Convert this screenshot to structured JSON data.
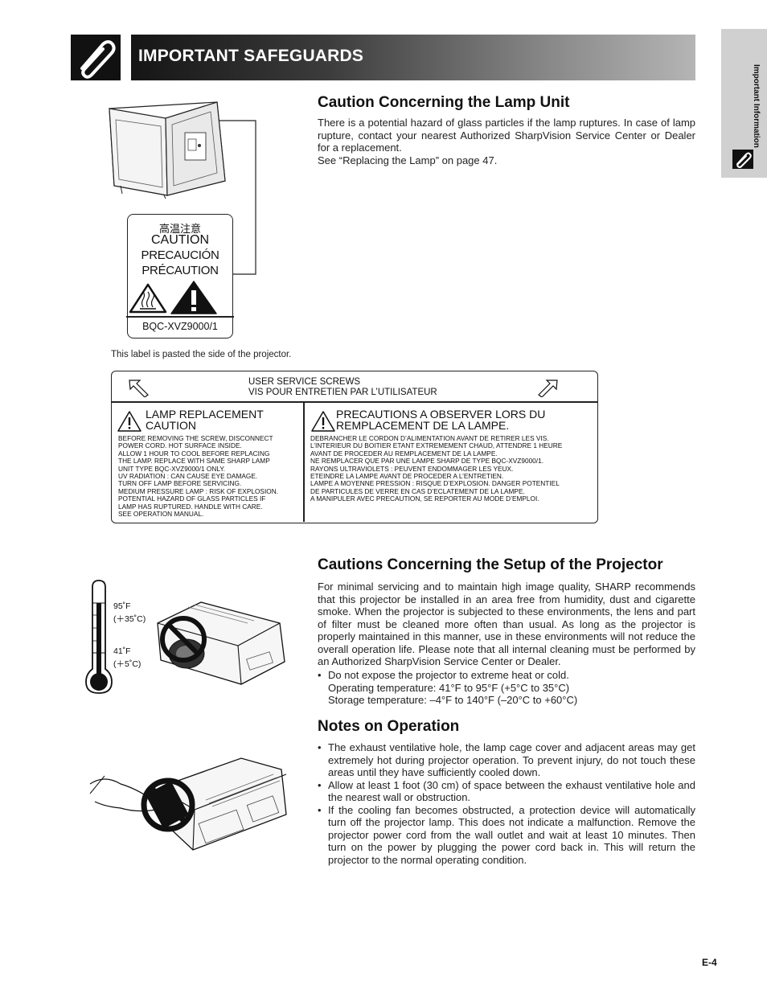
{
  "header": {
    "title": "IMPORTANT SAFEGUARDS",
    "icon": "paperclip-icon"
  },
  "side_tab": {
    "label": "Important Information",
    "icon": "paperclip-icon"
  },
  "lamp_section": {
    "heading": "Caution Concerning the Lamp Unit",
    "body": "There is a potential hazard of glass particles if the lamp ruptures. In case of lamp rupture, contact your nearest Authorized SharpVision Service Center or Dealer for a replacement.",
    "see_also": "See “Replacing the Lamp” on page 47.",
    "caution_card": {
      "chinese": "高温注意",
      "caution": "CAUTION",
      "spanish": "PRECAUCIÓN",
      "french": "PRÉCAUTION",
      "model": "BQC-XVZ9000/1",
      "icons": [
        "hot-surface-icon",
        "warning-triangle-icon"
      ]
    },
    "figure_caption": "This label is pasted the side of the projector."
  },
  "label_box": {
    "screws_line1": "USER SERVICE SCREWS",
    "screws_line2": "VIS POUR ENTRETIEN PAR L’UTILISATEUR",
    "left": {
      "head1": "LAMP REPLACEMENT",
      "head2": "CAUTION",
      "lines": [
        "BEFORE REMOVING THE SCREW, DISCONNECT",
        "POWER CORD. HOT SURFACE INSIDE.",
        "ALLOW 1 HOUR TO COOL BEFORE REPLACING",
        "THE LAMP. REPLACE WITH SAME SHARP LAMP",
        "UNIT TYPE BQC-XVZ9000/1 ONLY.",
        "UV RADIATION : CAN CAUSE EYE DAMAGE.",
        "TURN OFF LAMP BEFORE SERVICING.",
        "MEDIUM PRESSURE LAMP : RISK OF EXPLOSION.",
        "POTENTIAL HAZARD OF GLASS PARTICLES IF",
        "LAMP HAS RUPTURED. HANDLE WITH CARE.",
        "SEE OPERATION MANUAL."
      ]
    },
    "right": {
      "head1": "PRECAUTIONS A OBSERVER LORS DU",
      "head2": "REMPLACEMENT DE LA LAMPE.",
      "lines": [
        "DEBRANCHER LE CORDON D’ALIMENTATION AVANT DE RETIRER LES VIS.",
        "L’INTERIEUR DU BOITIER ETANT EXTREMEMENT CHAUD, ATTENDRE 1 HEURE",
        "AVANT DE PROCEDER AU REMPLACEMENT DE LA LAMPE.",
        "NE REMPLACER QUE PAR UNE LAMPE SHARP DE TYPE BQC-XVZ9000/1.",
        "RAYONS ULTRAVIOLETS : PEUVENT ENDOMMAGER LES YEUX.",
        "ETEINDRE LA LAMPE AVANT DE PROCEDER A L’ENTRETIEN.",
        "LAMPE A MOYENNE PRESSION : RISQUE D’EXPLOSION. DANGER POTENTIEL",
        "DE PARTICULES DE VERRE EN CAS D’ECLATEMENT DE LA LAMPE.",
        "A MANIPULER AVEC PRECAUTION, SE REPORTER AU MODE D’EMPLOI."
      ]
    }
  },
  "setup_section": {
    "heading": "Cautions Concerning the Setup of the Projector",
    "body": "For minimal servicing and to maintain high image quality, SHARP recommends that this projector be installed in an area free from humidity, dust and cigarette smoke. When the projector is subjected to these environments, the lens and part of filter must be cleaned more often than usual. As long as the projector is properly maintained in this manner, use in these environments will not reduce the overall operation life. Please note that all internal cleaning must be performed by an Authorized SharpVision Service Center or Dealer.",
    "bullet": "Do not expose the projector to extreme heat or cold.",
    "temp_operating": "Operating temperature: 41°F to 95°F (+5°C to 35°C)",
    "temp_storage": "Storage temperature: –4°F to 140°F (–20°C to +60°C)",
    "thermo": {
      "high_f": "95˚F",
      "high_c": "(＋35˚C)",
      "low_f": "41˚F",
      "low_c": "(＋5˚C)"
    }
  },
  "notes_section": {
    "heading": "Notes on Operation",
    "bullets": [
      "The exhaust ventilative hole, the lamp cage cover and adjacent areas may get extremely hot during projector operation. To prevent injury, do not touch these areas until they have sufficiently cooled down.",
      "Allow at least 1 foot (30 cm) of space between the exhaust ventilative hole and the nearest wall or obstruction.",
      "If the cooling fan becomes obstructed, a protection device will automatically turn off the projector lamp. This does not indicate a malfunction. Remove the projector power cord from the wall outlet and wait at least 10 minutes. Then turn on the power by plugging the power cord back in. This will return the projector to the normal operating condition."
    ]
  },
  "footer": {
    "page_number": "E-4"
  }
}
